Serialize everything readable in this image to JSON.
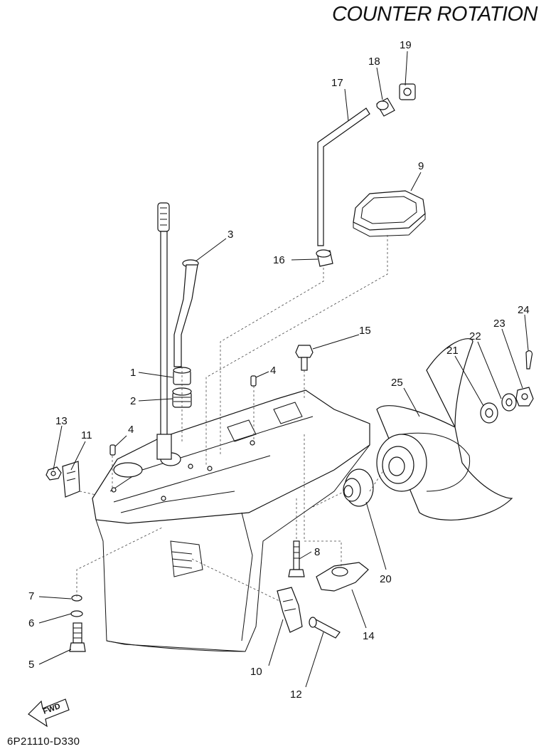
{
  "title": "COUNTER ROTATION",
  "diagram_code": "6P21110-D330",
  "fwd_label": "FWD",
  "parts": [
    {
      "id": "1"
    },
    {
      "id": "2"
    },
    {
      "id": "3"
    },
    {
      "id": "4a",
      "label": "4"
    },
    {
      "id": "4b",
      "label": "4"
    },
    {
      "id": "5"
    },
    {
      "id": "6"
    },
    {
      "id": "7"
    },
    {
      "id": "8"
    },
    {
      "id": "9"
    },
    {
      "id": "10"
    },
    {
      "id": "11"
    },
    {
      "id": "12"
    },
    {
      "id": "13"
    },
    {
      "id": "14"
    },
    {
      "id": "15"
    },
    {
      "id": "16"
    },
    {
      "id": "17"
    },
    {
      "id": "18"
    },
    {
      "id": "19"
    },
    {
      "id": "20"
    },
    {
      "id": "21"
    },
    {
      "id": "22"
    },
    {
      "id": "23"
    },
    {
      "id": "24"
    },
    {
      "id": "25"
    }
  ]
}
